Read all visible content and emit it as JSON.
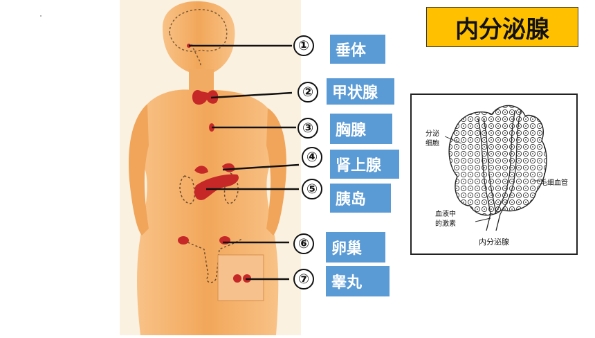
{
  "title": "内分泌腺",
  "organs": [
    {
      "num": "①",
      "label": "垂体"
    },
    {
      "num": "②",
      "label": "甲状腺"
    },
    {
      "num": "③",
      "label": "胸腺"
    },
    {
      "num": "④",
      "label": "肾上腺"
    },
    {
      "num": "⑤",
      "label": "胰岛"
    },
    {
      "num": "⑥",
      "label": "卵巢"
    },
    {
      "num": "⑦",
      "label": "睾丸"
    }
  ],
  "gland_diagram": {
    "caption": "内分泌腺",
    "label_secretory_cells_line1": "分泌",
    "label_secretory_cells_line2": "细胞",
    "label_capillary": "毛细血管",
    "label_hormone_line1": "血液中",
    "label_hormone_line2": "的激素"
  },
  "colors": {
    "title_bg": "#ffc000",
    "label_bg": "#5b9bd5",
    "skin": "#f5b36b",
    "organ": "#c62828"
  }
}
